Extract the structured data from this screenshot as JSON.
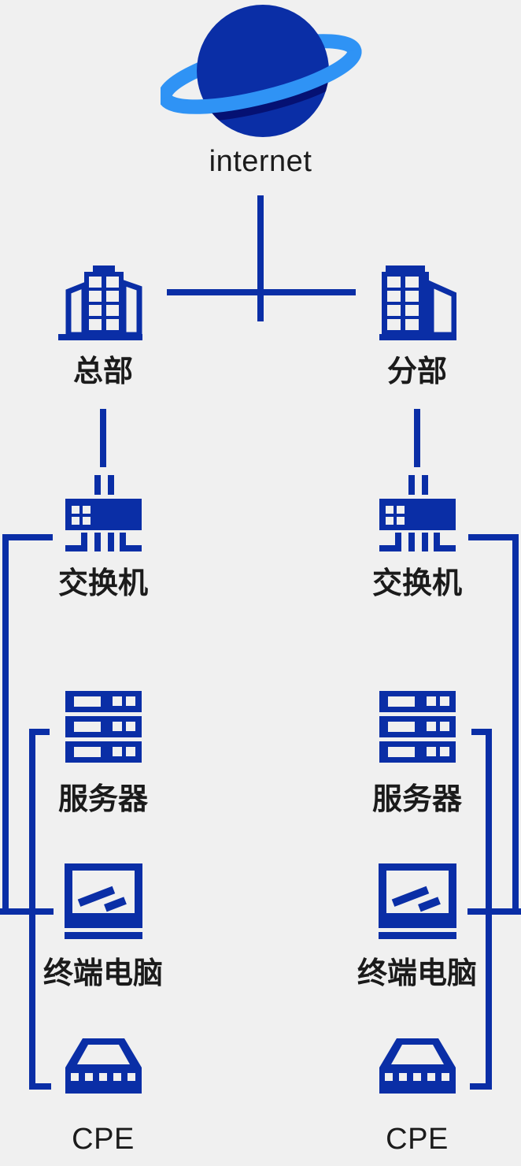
{
  "colors": {
    "background": "#F0F0F0",
    "primary": "#0A2EA6",
    "ring": "#2F93F5",
    "ring_shadow": "#051173",
    "text": "#1B1B1B"
  },
  "internet": {
    "label": "internet"
  },
  "left_branch": {
    "building": "总部",
    "switch": "交换机",
    "server": "服务器",
    "terminal": "终端电脑",
    "cpe": "CPE"
  },
  "right_branch": {
    "building": "分部",
    "switch": "交换机",
    "server": "服务器",
    "terminal": "终端电脑",
    "cpe": "CPE"
  }
}
